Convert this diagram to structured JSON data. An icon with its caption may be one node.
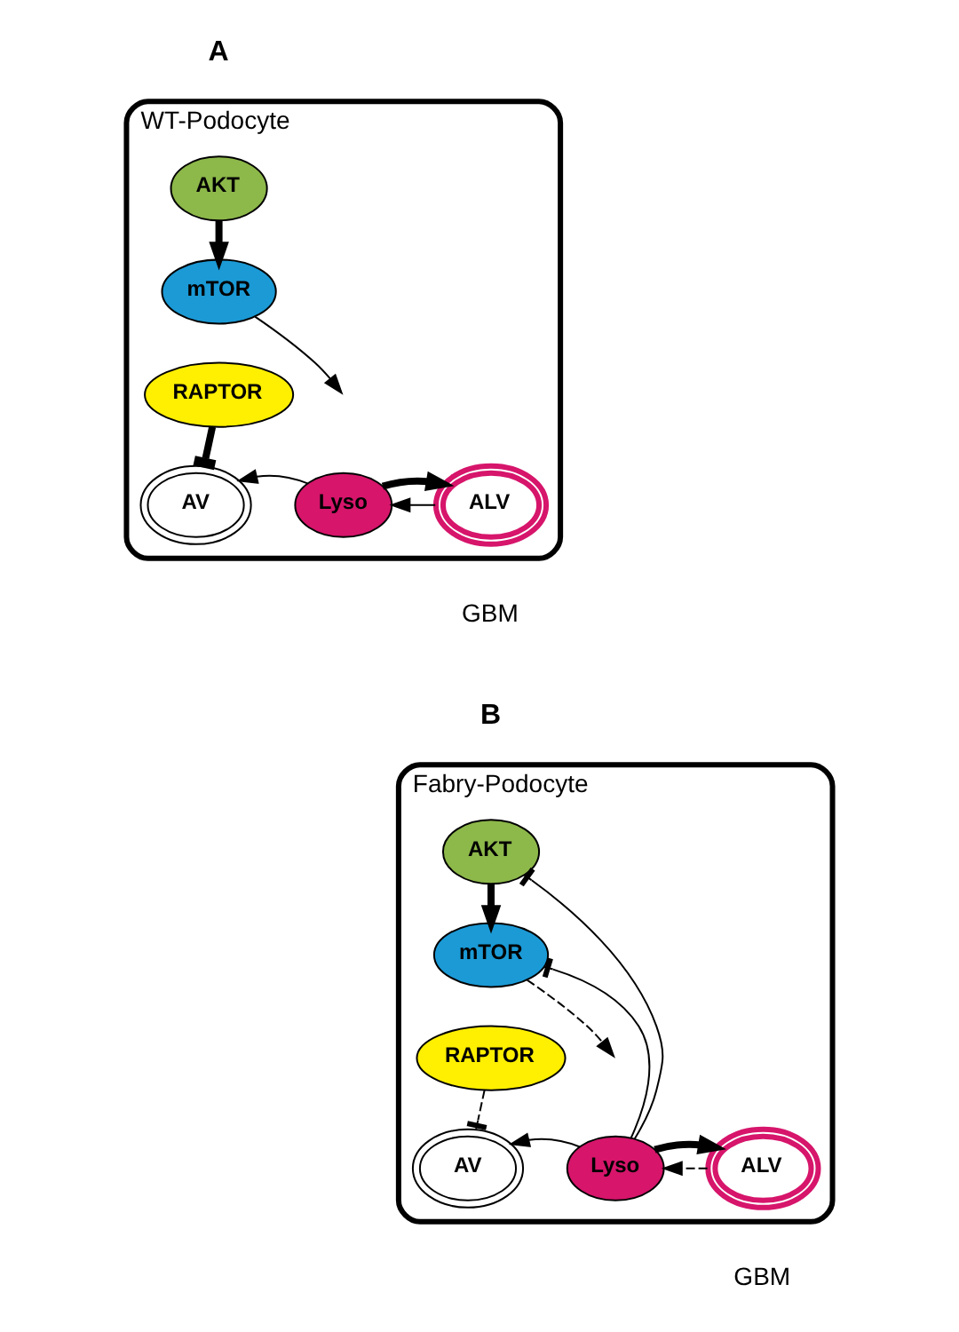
{
  "diagram": {
    "nodes": [
      {
        "text": [
          "WT-Podocyte"
        ]
      },
      {
        "text": [
          "AKT"
        ],
        "in": 0
      },
      {
        "text": [
          "mTOR"
        ],
        "in": 0
      },
      {
        "text": [
          "RAPTOR"
        ],
        "in": 0
      },
      {
        "text": [
          "AV"
        ],
        "in": 0
      },
      {
        "text": [
          "Lyso"
        ],
        "in": 0
      },
      {
        "text": [
          "ALV"
        ],
        "in": 0
      },
      {
        "text": [
          "Fabry-Podocyte"
        ]
      },
      {
        "text": [
          "AKT"
        ],
        "in": 7
      },
      {
        "text": [
          "mTOR"
        ],
        "in": 7
      },
      {
        "text": [
          "RAPTOR"
        ],
        "in": 7
      },
      {
        "text": [
          "AV"
        ],
        "in": 7
      },
      {
        "text": [
          "Lyso"
        ],
        "in": 7
      },
      {
        "text": [
          "ALV"
        ],
        "in": 7
      }
    ],
    "edges": [
      {
        "from": 1,
        "to": 2,
        "arrow": "to",
        "style": "thick"
      },
      {
        "from": 2,
        "to": null,
        "arrow": "to"
      },
      {
        "from": 3,
        "to": 4,
        "arrow": "other",
        "style": "thick"
      },
      {
        "from": 5,
        "to": 4,
        "arrow": "to"
      },
      {
        "from": 6,
        "to": 5,
        "arrow": "to"
      },
      {
        "from": 5,
        "to": 6,
        "arrow": "to",
        "style": "thick"
      },
      {
        "from": 8,
        "to": 9,
        "arrow": "to",
        "style": "thick"
      },
      {
        "from": 9,
        "to": null,
        "arrow": "to",
        "style": "dashed"
      },
      {
        "from": 10,
        "to": 11,
        "arrow": "other",
        "style": "dashed"
      },
      {
        "from": 12,
        "to": 11,
        "arrow": "to"
      },
      {
        "from": 13,
        "to": 12,
        "arrow": "to",
        "style": "dashed"
      },
      {
        "from": 12,
        "to": 13,
        "arrow": "to",
        "style": "thick"
      },
      {
        "from": 12,
        "to": 9,
        "arrow": "other"
      },
      {
        "from": 12,
        "to": 8,
        "arrow": "other"
      }
    ],
    "labels": [
      "A",
      "GBM",
      "B",
      "GBM"
    ]
  }
}
